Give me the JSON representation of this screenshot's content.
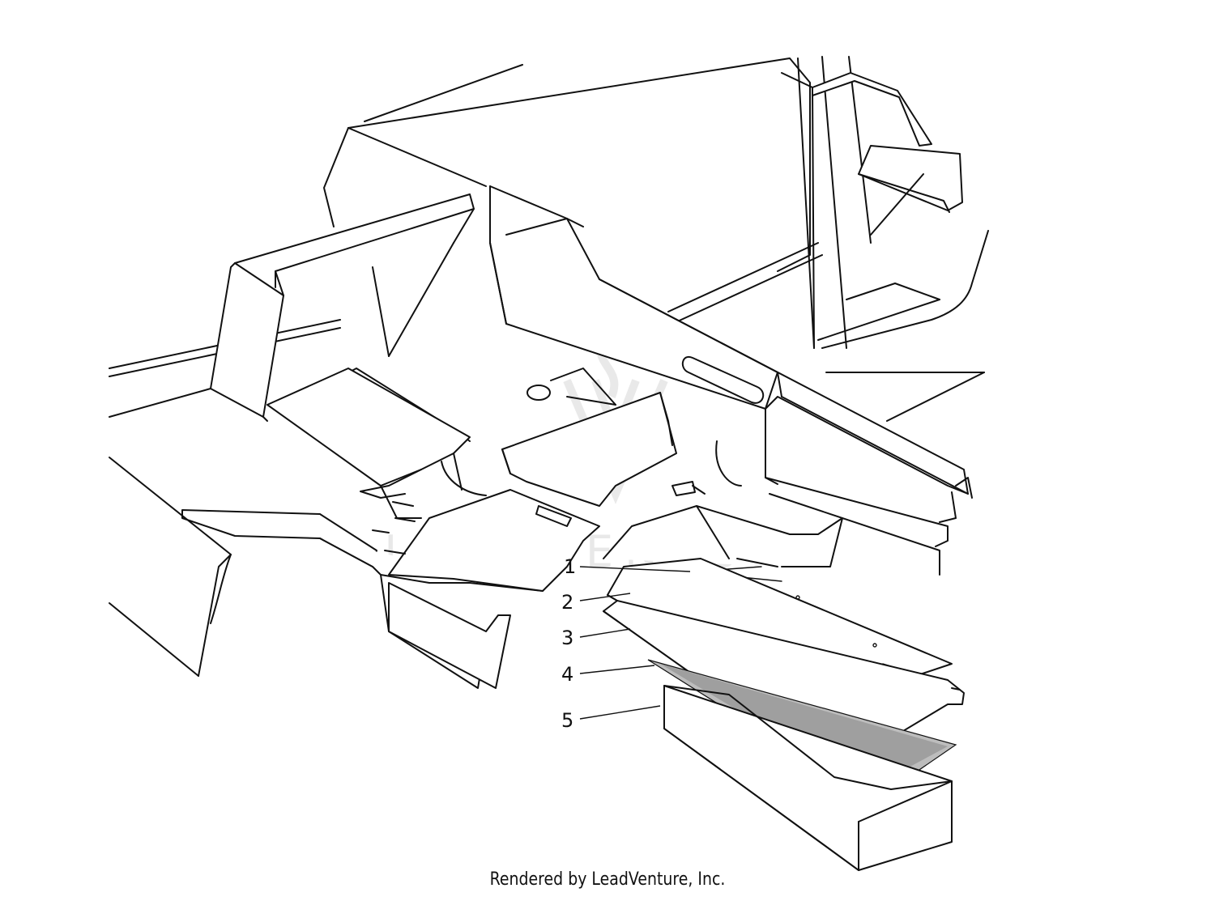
{
  "callouts": [
    {
      "number": "1"
    },
    {
      "number": "2"
    },
    {
      "number": "3"
    },
    {
      "number": "4"
    },
    {
      "number": "5"
    }
  ],
  "watermark": {
    "brand_text": "LEADVENTURE",
    "logo_icon": "leadventure-logo-icon",
    "color": "#d6d6d6"
  },
  "footer": {
    "credit": "Rendered by LeadVenture, Inc."
  },
  "colors": {
    "line": "#111111",
    "background": "#ffffff"
  }
}
